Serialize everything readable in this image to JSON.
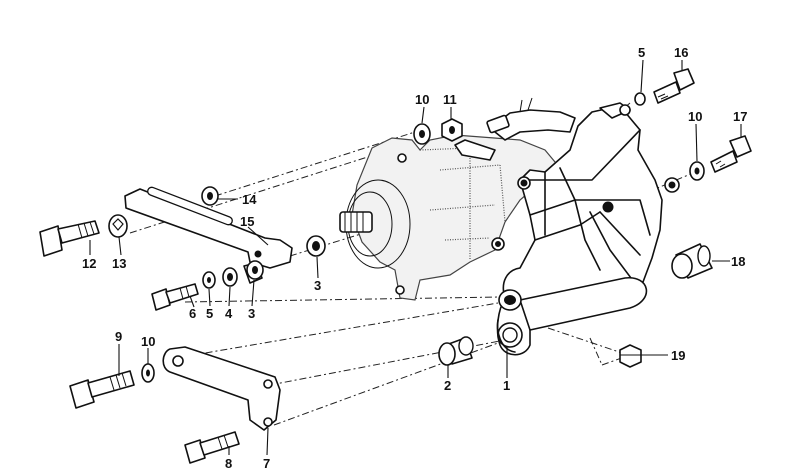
{
  "parts": [
    {
      "id": "1",
      "label": "1",
      "name": "support-bracket"
    },
    {
      "id": "2",
      "label": "2",
      "name": "rubber-mount"
    },
    {
      "id": "3",
      "label": "3",
      "name": "spacer-bush"
    },
    {
      "id": "3b",
      "label": "3",
      "name": "spacer-bush"
    },
    {
      "id": "4",
      "label": "4",
      "name": "washer"
    },
    {
      "id": "5",
      "label": "5",
      "name": "spring-washer"
    },
    {
      "id": "5b",
      "label": "5",
      "name": "spring-washer"
    },
    {
      "id": "6",
      "label": "6",
      "name": "hex-bolt"
    },
    {
      "id": "7",
      "label": "7",
      "name": "lower-strut"
    },
    {
      "id": "8",
      "label": "8",
      "name": "hex-bolt"
    },
    {
      "id": "9",
      "label": "9",
      "name": "hex-bolt"
    },
    {
      "id": "10",
      "label": "10",
      "name": "washer"
    },
    {
      "id": "10b",
      "label": "10",
      "name": "washer"
    },
    {
      "id": "10c",
      "label": "10",
      "name": "washer"
    },
    {
      "id": "11",
      "label": "11",
      "name": "hex-nut"
    },
    {
      "id": "12",
      "label": "12",
      "name": "hex-bolt"
    },
    {
      "id": "13",
      "label": "13",
      "name": "washer"
    },
    {
      "id": "14",
      "label": "14",
      "name": "washer"
    },
    {
      "id": "15",
      "label": "15",
      "name": "slotted-strut"
    },
    {
      "id": "16",
      "label": "16",
      "name": "hex-bolt"
    },
    {
      "id": "17",
      "label": "17",
      "name": "hex-bolt"
    },
    {
      "id": "18",
      "label": "18",
      "name": "rubber-mount"
    },
    {
      "id": "19",
      "label": "19",
      "name": "hex-nut"
    }
  ]
}
